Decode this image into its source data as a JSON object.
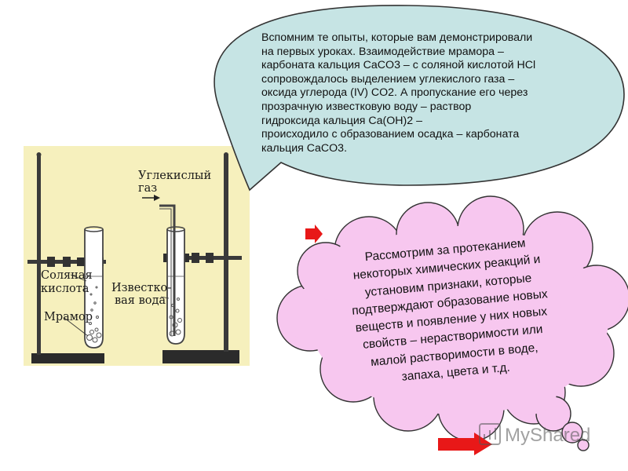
{
  "speech_bubble": {
    "lines": [
      "Вспомним те опыты, которые вам демонстрировали",
      "на первых уроках. Взаимодействие мрамора –",
      "карбоната кальция CaCO3 – с соляной кислотой HCl",
      "сопровождалось выделением углекислого газа –",
      "оксида углерода (IV) CO2. А пропускание его через",
      "прозрачную известковую воду – раствор",
      "гидроксида кальция Ca(OH)2 –",
      "происходило с образованием осадка – карбоната",
      "кальция CaCO3."
    ],
    "fill_color": "#c6e4e4"
  },
  "thought_cloud": {
    "lines": [
      "Рассмотрим за протеканием",
      "некоторых химических реакций и",
      "установим признаки, которые",
      "подтверждают образование новых",
      "веществ и появление у них новых",
      "свойств – нерастворимости или",
      "малой растворимости в воде,",
      "запаха, цвета и т.д."
    ],
    "fill_color": "#f7c7ef"
  },
  "lab_illustration": {
    "label_gas_line1": "Углекислый",
    "label_gas_line2": "газ",
    "label_acid_line1": "Соляная",
    "label_acid_line2": "кислота",
    "label_marble": "Мрамор",
    "label_limewater_line1": "Известко-",
    "label_limewater_line2": "вая вода",
    "background_color": "#f6f0bd"
  },
  "arrows": {
    "color": "#e81818",
    "top_arrow_icon": "arrow-right-icon",
    "bottom_arrow_icon": "arrow-right-icon"
  },
  "watermark": {
    "text": "MyShared",
    "icon": "bar-chart-icon"
  }
}
